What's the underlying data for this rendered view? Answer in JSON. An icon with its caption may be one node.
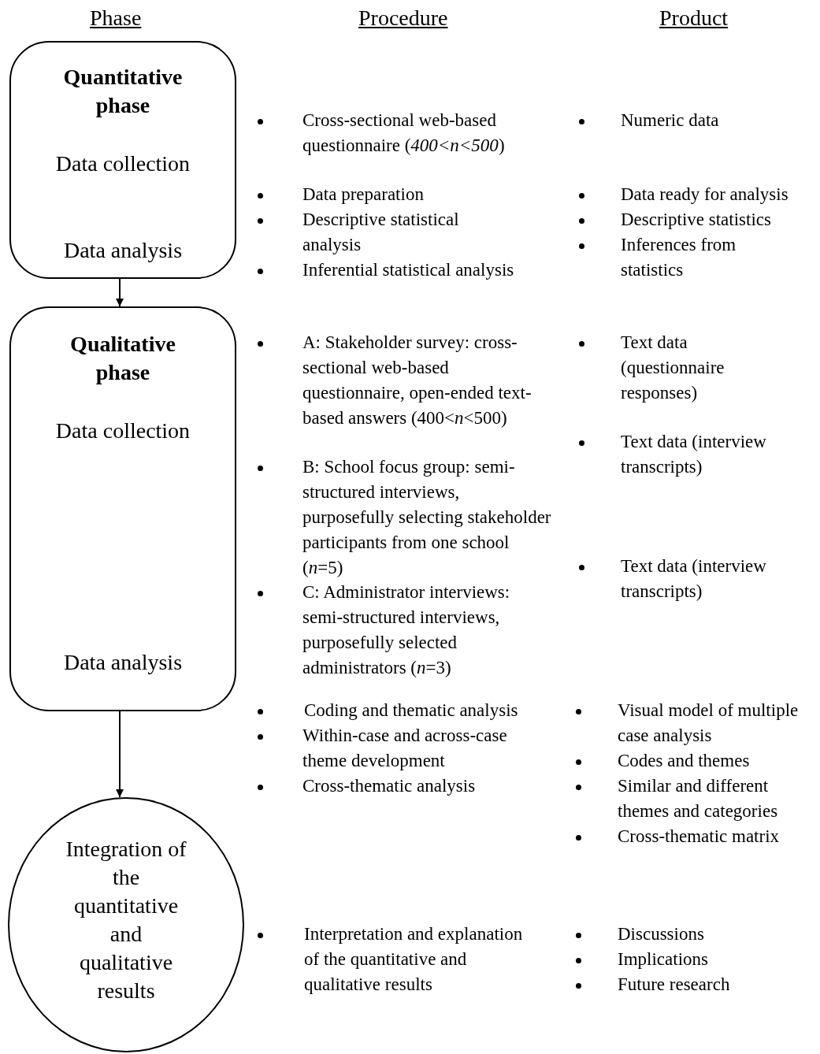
{
  "diagram": {
    "nodes": [
      {
        "text": [
          "Quantitative phase",
          "Data collection",
          "Data analysis"
        ]
      },
      {
        "text": [
          "Qualitative phase",
          "Data collection",
          "Data analysis"
        ]
      },
      {
        "text": [
          "Integration of the quantitative and qualitative results"
        ]
      }
    ],
    "edges": [
      {
        "from": 0,
        "to": 1,
        "arrow": "to"
      },
      {
        "from": 1,
        "to": 2,
        "arrow": "to"
      }
    ],
    "labels": [
      "Phase",
      "Procedure",
      "Product",
      "Cross-sectional web-based questionnaire (*400<n<500*)",
      "Numeric data",
      "Data preparation",
      "Descriptive statistical analysis",
      "Inferential statistical analysis",
      "Data ready for analysis",
      "Descriptive statistics",
      "Inferences from statistics",
      "A: Stakeholder survey: cross-sectional web-based questionnaire, open-ended text-based answers (400<*n*<500)",
      "Text data (questionnaire responses)",
      "B: School focus group: semi-structured interviews, purposefully selecting stakeholder participants from one school (*n*=5)",
      "Text data (interview transcripts)",
      "C: Administrator interviews: semi-structured interviews, purposefully selected administrators (*n*=3)",
      "Text data (interview transcripts)",
      "Coding and thematic analysis",
      "Within-case and across-case theme development",
      "Cross-thematic analysis",
      "Visual model of multiple case analysis",
      "Codes and themes",
      "Similar and different themes and categories",
      "Cross-thematic matrix",
      "Interpretation and explanation of the quantitative and qualitative results",
      "Discussions",
      "Implications",
      "Future research"
    ]
  }
}
